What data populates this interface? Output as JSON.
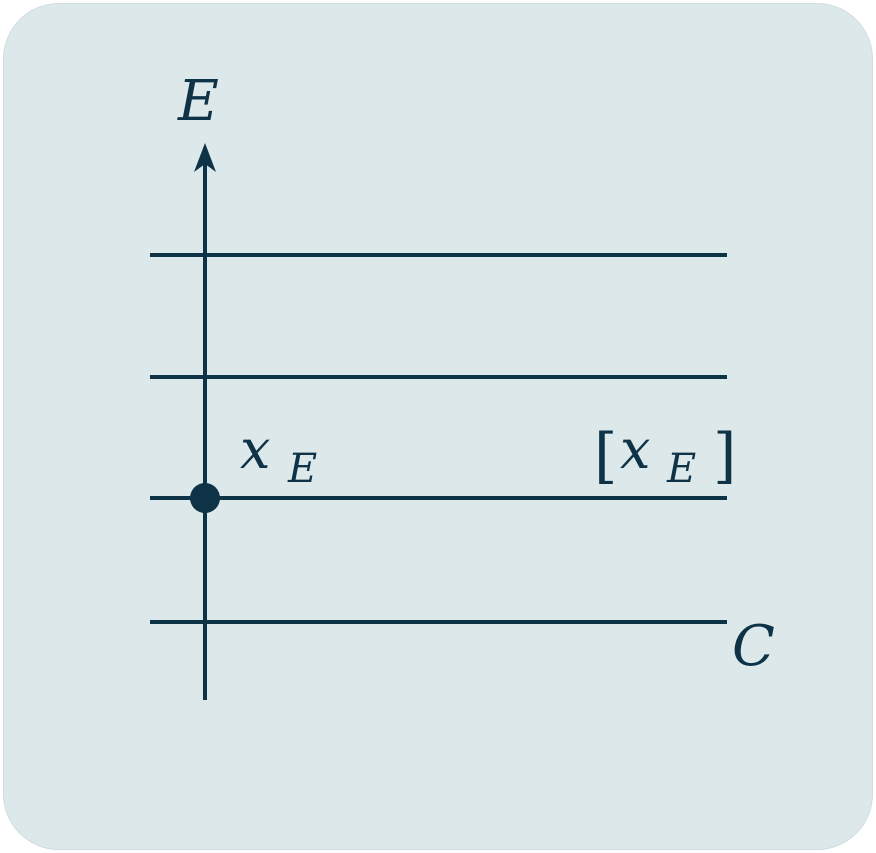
{
  "diagram": {
    "vertical_axis_label": "E",
    "horizontal_axis_label": "C",
    "point_label": "x",
    "point_label_subscript": "E",
    "class_label_open": "[",
    "class_label": "x",
    "class_label_subscript": "E",
    "class_label_close": "]",
    "line_color": "#0e3347",
    "background_color": "#dde8eb"
  }
}
